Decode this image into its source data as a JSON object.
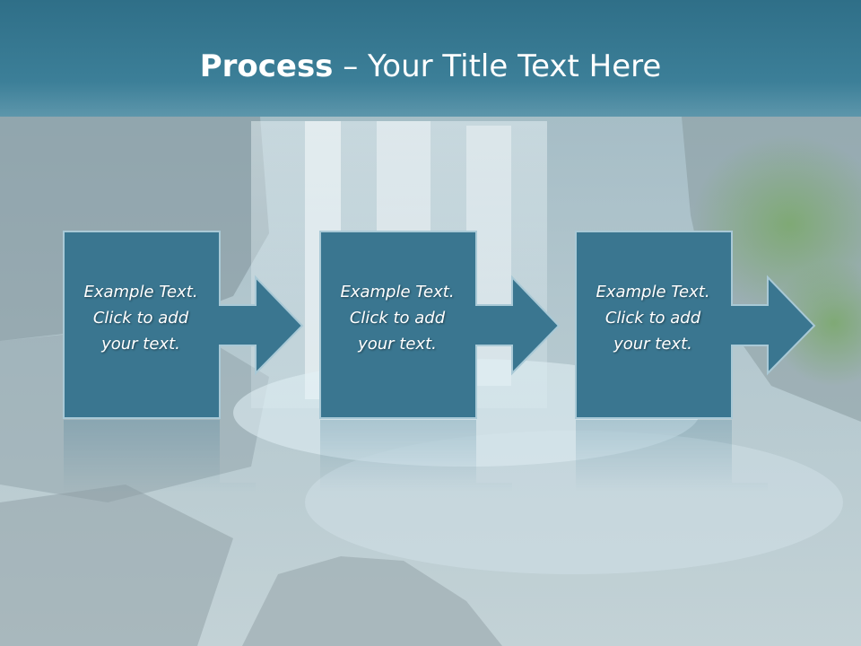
{
  "slide": {
    "title_bold": "Process",
    "title_rest": " – Your Title Text Here",
    "steps": [
      {
        "line1": "Example Text.",
        "line2": "Click  to add",
        "line3": "your text."
      },
      {
        "line1": "Example Text.",
        "line2": "Click  to add",
        "line3": "your text."
      },
      {
        "line1": "Example Text.",
        "line2": "Click  to add",
        "line3": "your text."
      }
    ]
  },
  "colors": {
    "title_band": "#3a7c96",
    "shape_fill": "#3a7690",
    "shape_stroke": "#a9c9d6",
    "text": "#ffffff"
  }
}
